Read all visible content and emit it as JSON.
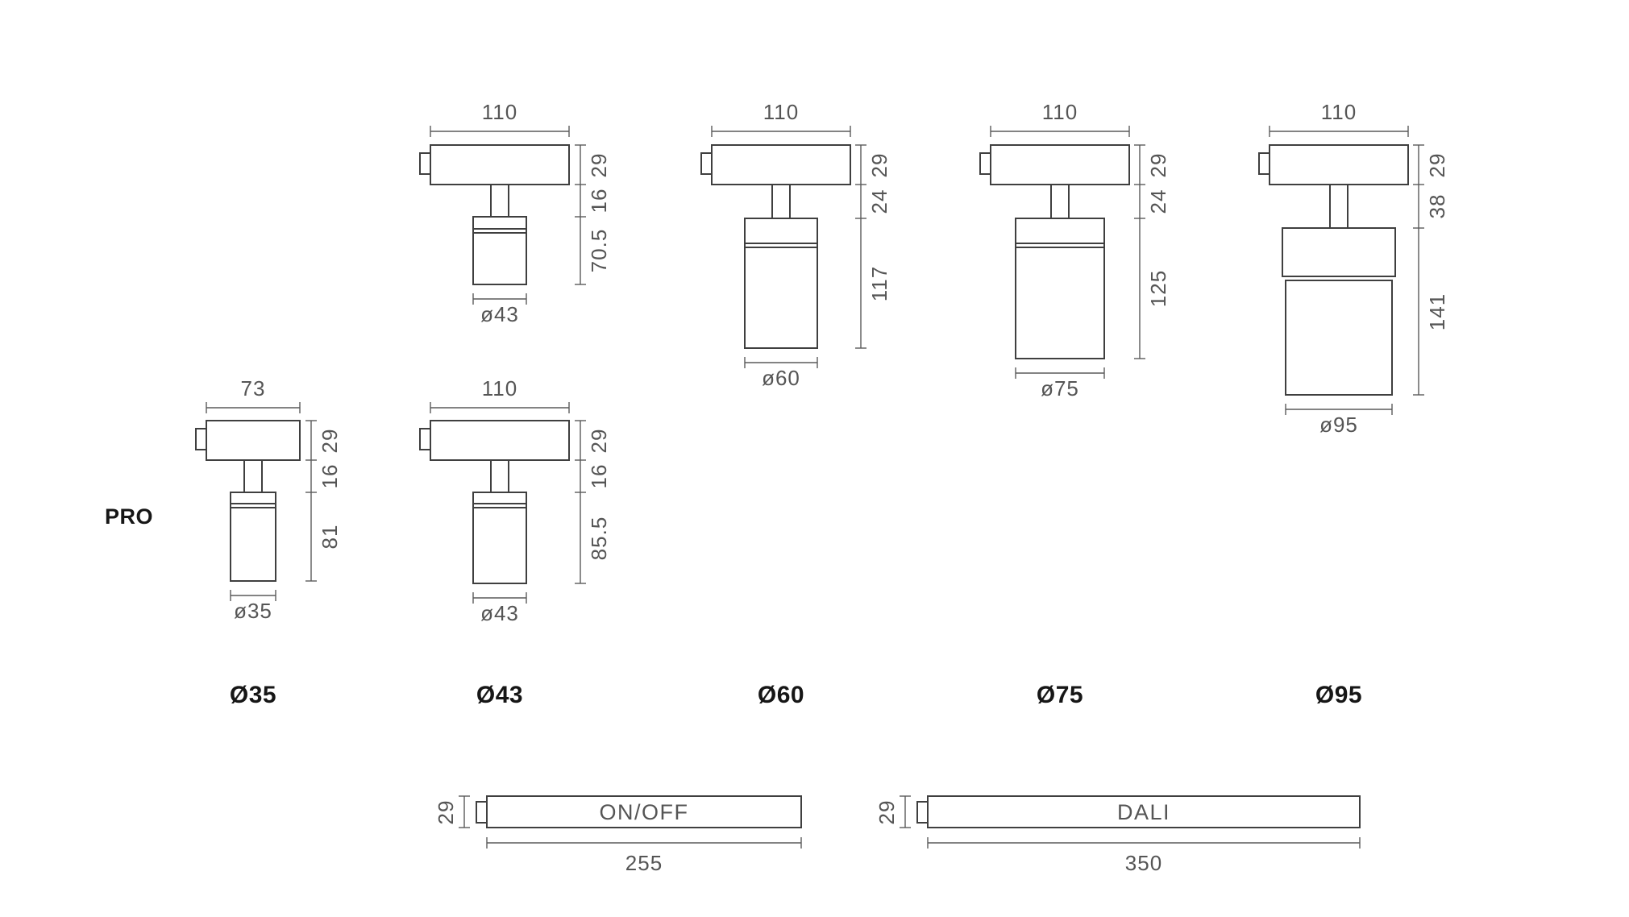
{
  "row_label": "PRO",
  "fixtures": [
    {
      "top_width": "110",
      "canopy_height": "29",
      "stem_height": "16",
      "head_height": "70.5",
      "diameter": "ø43"
    },
    {
      "top_width": "110",
      "canopy_height": "29",
      "stem_height": "24",
      "head_height": "117",
      "diameter": "ø60"
    },
    {
      "top_width": "110",
      "canopy_height": "29",
      "stem_height": "24",
      "head_height": "125",
      "diameter": "ø75"
    },
    {
      "top_width": "110",
      "canopy_height": "29",
      "stem_height": "38",
      "head_height": "141",
      "diameter": "ø95"
    },
    {
      "top_width": "73",
      "canopy_height": "29",
      "stem_height": "16",
      "head_height": "81",
      "diameter": "ø35"
    },
    {
      "top_width": "110",
      "canopy_height": "29",
      "stem_height": "16",
      "head_height": "85.5",
      "diameter": "ø43"
    }
  ],
  "column_labels": [
    "Ø35",
    "Ø43",
    "Ø60",
    "Ø75",
    "Ø95"
  ],
  "bases": [
    {
      "label": "ON/OFF",
      "height": "29",
      "length": "255"
    },
    {
      "label": "DALI",
      "height": "29",
      "length": "350"
    }
  ],
  "colors": {
    "line": "#3f3f3f",
    "dimension": "#5a5a5a",
    "label": "#161616",
    "background": "#ffffff"
  }
}
